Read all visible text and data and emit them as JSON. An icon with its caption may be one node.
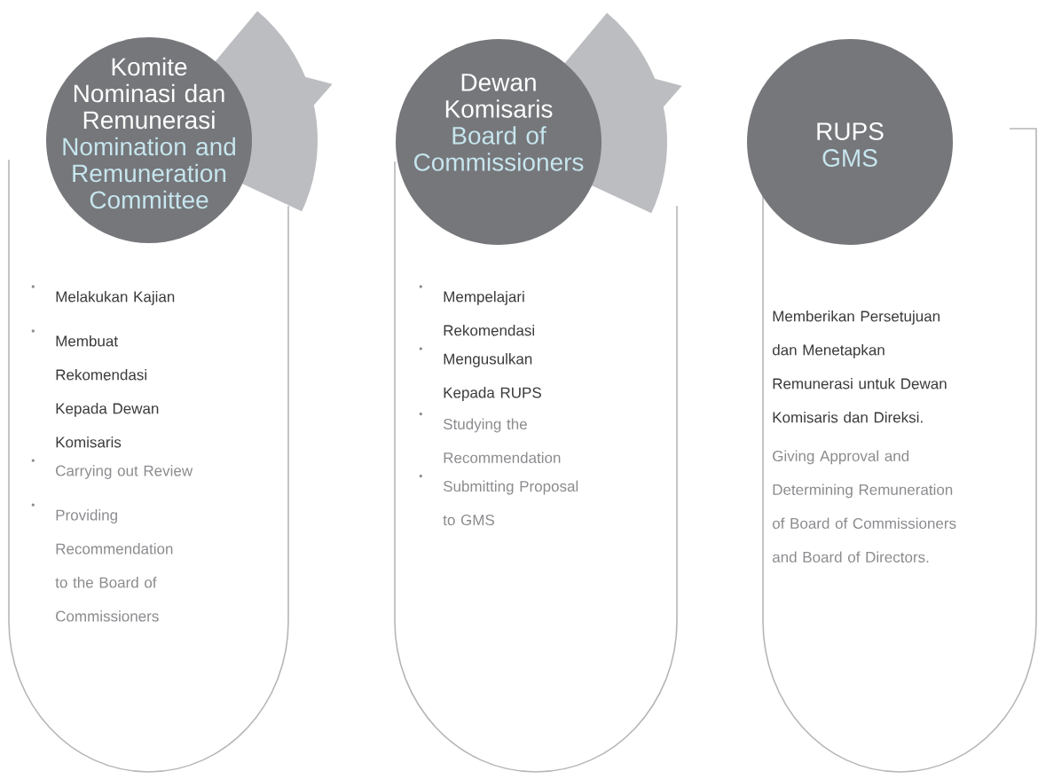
{
  "diagram": {
    "nodes": [
      {
        "text": [
          "Komite Nominasi dan Remunerasi",
          "Nomination and Remuneration Committee"
        ]
      },
      {
        "text": [
          "Melakukan Kajian",
          "Membuat Rekomendasi Kepada Dewan Komisaris",
          "Carrying out Review",
          "Providing Recommendation to the Board of Commissioners"
        ]
      },
      {
        "text": [
          "Dewan Komisaris",
          "Board of Commissioners"
        ]
      },
      {
        "text": [
          "Mempelajari Rekomendasi",
          "Mengusulkan Kepada RUPS",
          "Studying the Recommendation",
          "Submitting Proposal to GMS"
        ]
      },
      {
        "text": [
          "RUPS",
          "GMS"
        ]
      },
      {
        "text": [
          "Memberikan Persetujuan dan Menetapkan Remunerasi untuk Dewan Komisaris dan Direksi.",
          "Giving Approval and Determining Remuneration of Board of Commissioners and Board of Directors."
        ]
      }
    ],
    "edges": [],
    "labels": [
      "•",
      "•",
      "•",
      "•",
      "•",
      "•",
      "•",
      "•"
    ]
  }
}
